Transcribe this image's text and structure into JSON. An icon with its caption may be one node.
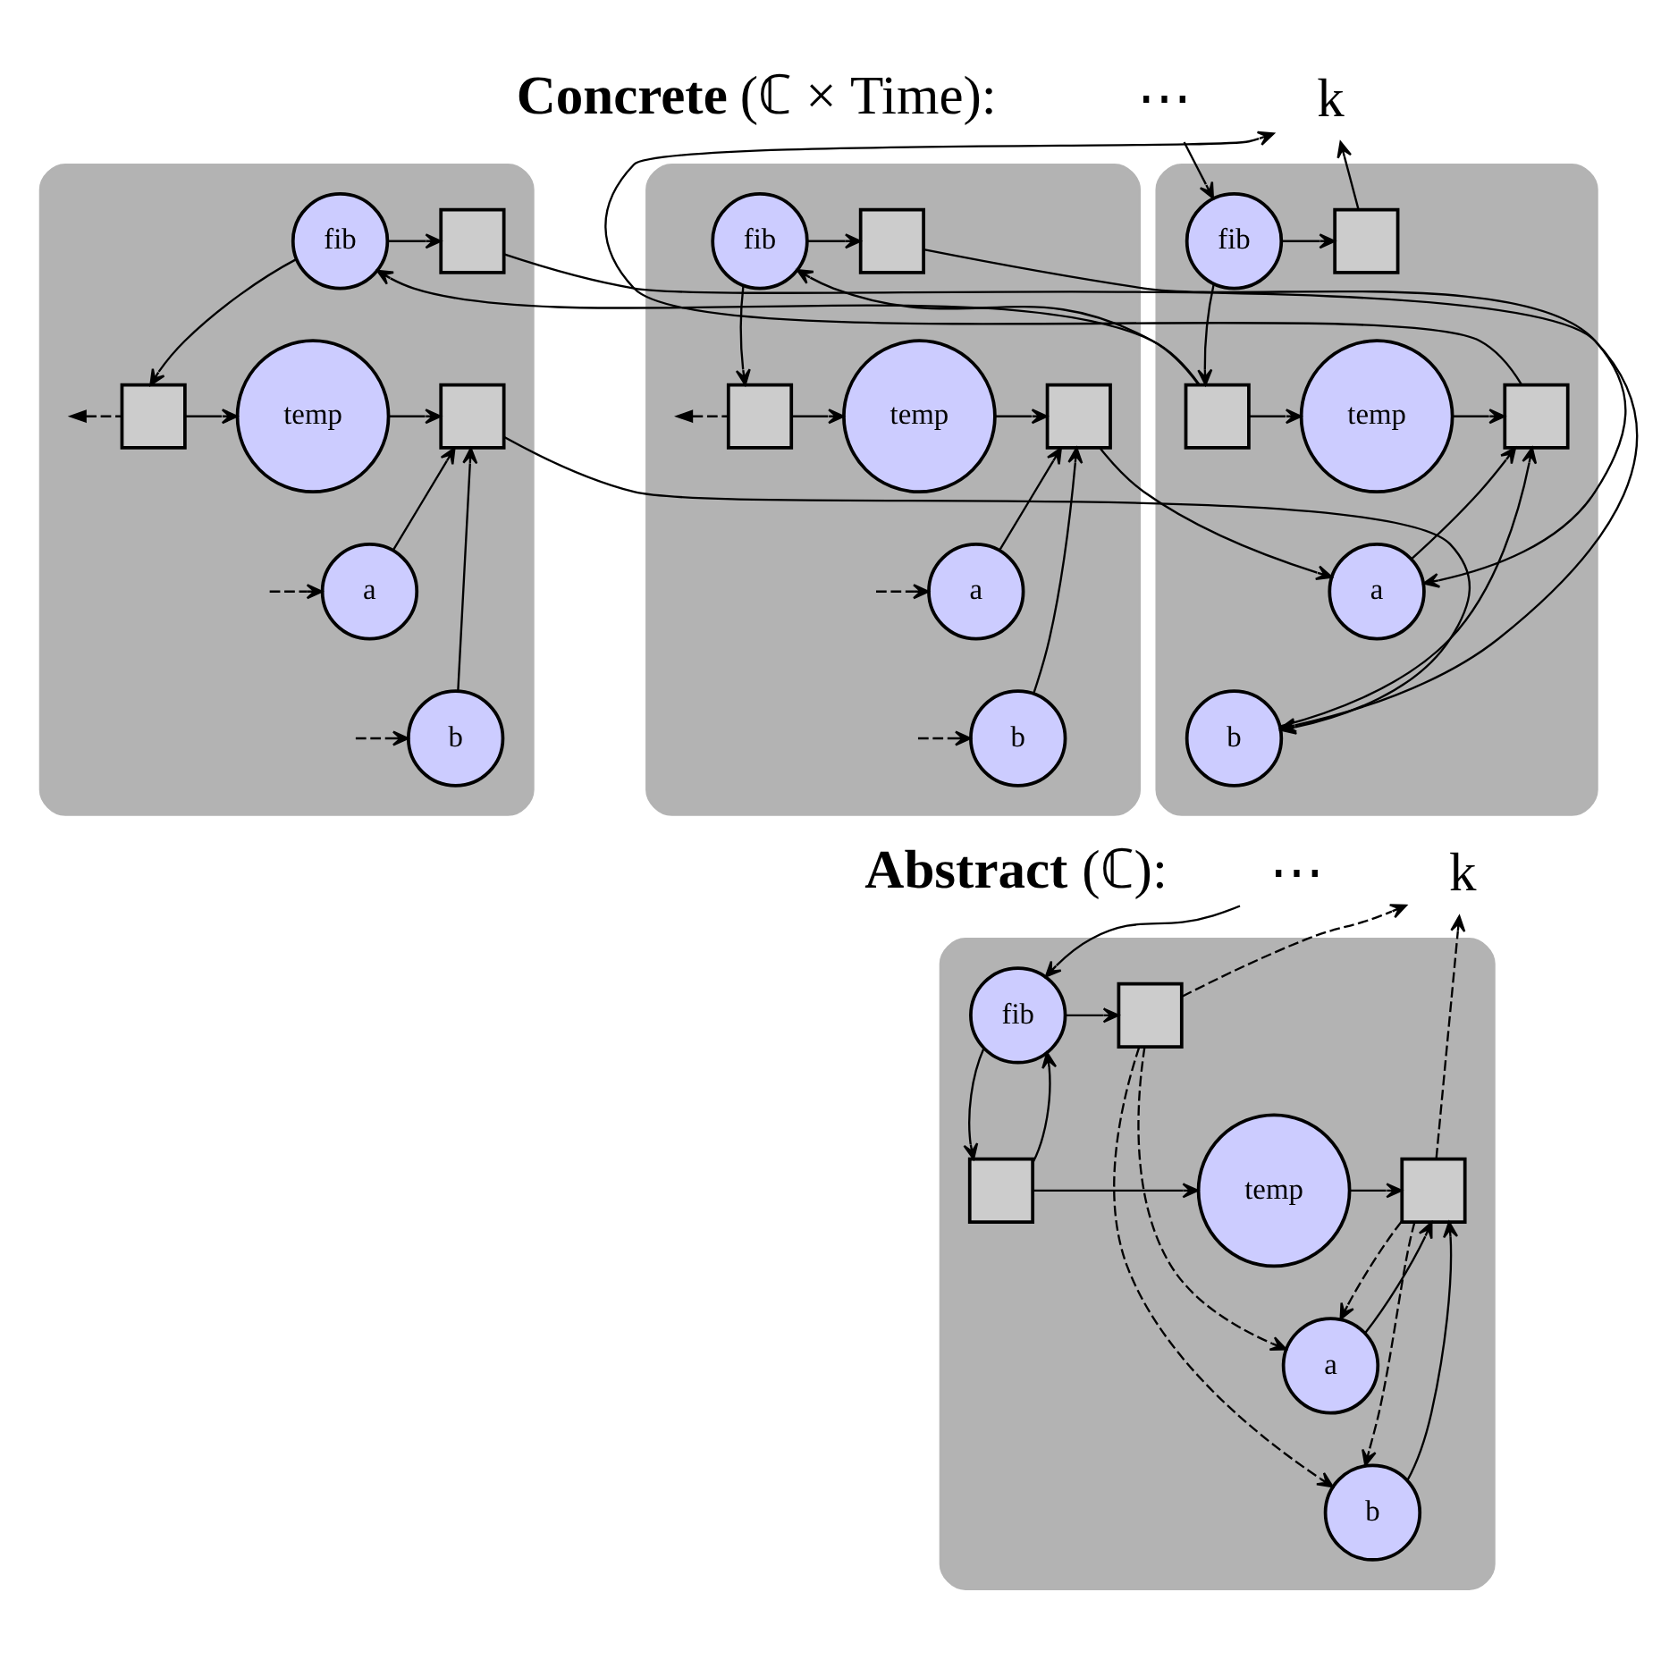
{
  "diagram": {
    "nodes": [
      {
        "text": [],
        "shape": "box"
      },
      {
        "text": [
          "fib"
        ],
        "in": 0
      },
      {
        "text": [],
        "shape": "box",
        "in": 0
      },
      {
        "text": [],
        "shape": "box",
        "in": 0
      },
      {
        "text": [
          "temp"
        ],
        "in": 0
      },
      {
        "text": [],
        "shape": "box",
        "in": 0
      },
      {
        "text": [
          "a"
        ],
        "in": 0
      },
      {
        "text": [
          "b"
        ],
        "in": 0
      },
      {
        "text": [
          "⋯"
        ]
      },
      {
        "text": [
          "k"
        ]
      },
      {
        "text": [],
        "shape": "box"
      },
      {
        "text": [
          "fib"
        ],
        "in": 10
      },
      {
        "text": [],
        "shape": "box",
        "in": 10
      },
      {
        "text": [],
        "shape": "box",
        "in": 10
      },
      {
        "text": [
          "temp"
        ],
        "in": 10
      },
      {
        "text": [],
        "shape": "box",
        "in": 10
      },
      {
        "text": [
          "a"
        ],
        "in": 10
      },
      {
        "text": [
          "b"
        ],
        "in": 10
      },
      {
        "text": [],
        "shape": "box"
      },
      {
        "text": [
          "fib"
        ],
        "in": 18
      },
      {
        "text": [],
        "shape": "box",
        "in": 18
      },
      {
        "text": [],
        "shape": "box",
        "in": 18
      },
      {
        "text": [
          "temp"
        ],
        "in": 18
      },
      {
        "text": [],
        "shape": "box",
        "in": 18
      },
      {
        "text": [
          "a"
        ],
        "in": 18
      },
      {
        "text": [
          "b"
        ],
        "in": 18
      },
      {
        "text": [
          "⋯"
        ]
      },
      {
        "text": [
          "k"
        ]
      },
      {
        "text": [],
        "shape": "box"
      },
      {
        "text": [
          "fib"
        ],
        "in": 28
      },
      {
        "text": [],
        "shape": "box",
        "in": 28
      },
      {
        "text": [],
        "shape": "box",
        "in": 28
      },
      {
        "text": [
          "temp"
        ],
        "in": 28
      },
      {
        "text": [],
        "shape": "box",
        "in": 28
      },
      {
        "text": [
          "a"
        ],
        "in": 28
      },
      {
        "text": [
          "b"
        ],
        "in": 28
      }
    ],
    "edges": [
      {
        "from": 1,
        "to": 2,
        "arrow": "to"
      },
      {
        "from": 1,
        "to": 3,
        "arrow": "to"
      },
      {
        "from": 3,
        "to": 4,
        "arrow": "to"
      },
      {
        "from": 4,
        "to": 5,
        "arrow": "to"
      },
      {
        "from": 6,
        "to": 5,
        "arrow": "to"
      },
      {
        "from": 7,
        "to": 5,
        "arrow": "to"
      },
      {
        "from": 3,
        "to": null,
        "arrow": "to",
        "style": "dashed"
      },
      {
        "from": null,
        "to": 6,
        "arrow": "to",
        "style": "dashed"
      },
      {
        "from": null,
        "to": 7,
        "arrow": "to",
        "style": "dashed"
      },
      {
        "from": 2,
        "to": 16,
        "arrow": "to"
      },
      {
        "from": 5,
        "to": 16,
        "arrow": "to"
      },
      {
        "from": 13,
        "to": 1,
        "arrow": "to"
      },
      {
        "from": 8,
        "to": 11,
        "arrow": "to"
      },
      {
        "from": 11,
        "to": 12,
        "arrow": "to"
      },
      {
        "from": 12,
        "to": 9,
        "arrow": "to"
      },
      {
        "from": 11,
        "to": 13,
        "arrow": "to"
      },
      {
        "from": 13,
        "to": 14,
        "arrow": "to"
      },
      {
        "from": 14,
        "to": 15,
        "arrow": "to"
      },
      {
        "from": 15,
        "to": 9,
        "arrow": "to"
      },
      {
        "from": 16,
        "to": 15,
        "arrow": "to"
      },
      {
        "from": 17,
        "to": 15,
        "arrow": "to"
      },
      {
        "from": 13,
        "to": 19,
        "arrow": "to"
      },
      {
        "from": 20,
        "to": 17,
        "arrow": "to"
      },
      {
        "from": 23,
        "to": 17,
        "arrow": "to"
      },
      {
        "from": 19,
        "to": 20,
        "arrow": "to"
      },
      {
        "from": 19,
        "to": 21,
        "arrow": "to"
      },
      {
        "from": 21,
        "to": 22,
        "arrow": "to"
      },
      {
        "from": 22,
        "to": 23,
        "arrow": "to"
      },
      {
        "from": 24,
        "to": 23,
        "arrow": "to"
      },
      {
        "from": 25,
        "to": 23,
        "arrow": "to"
      },
      {
        "from": 21,
        "to": null,
        "arrow": "to",
        "style": "dashed"
      },
      {
        "from": null,
        "to": 24,
        "arrow": "to",
        "style": "dashed"
      },
      {
        "from": null,
        "to": 25,
        "arrow": "to",
        "style": "dashed"
      },
      {
        "from": 26,
        "to": 29,
        "arrow": "to"
      },
      {
        "from": 31,
        "to": 29,
        "arrow": "to"
      },
      {
        "from": 29,
        "to": 30,
        "arrow": "to"
      },
      {
        "from": 29,
        "to": 31,
        "arrow": "to"
      },
      {
        "from": 30,
        "to": 27,
        "arrow": "to",
        "style": "dashed"
      },
      {
        "from": 31,
        "to": 32,
        "arrow": "to"
      },
      {
        "from": 32,
        "to": 33,
        "arrow": "to"
      },
      {
        "from": 33,
        "to": 27,
        "arrow": "to",
        "style": "dashed"
      },
      {
        "from": 30,
        "to": 34,
        "arrow": "to",
        "style": "dashed"
      },
      {
        "from": 30,
        "to": 35,
        "arrow": "to",
        "style": "dashed"
      },
      {
        "from": 33,
        "to": 34,
        "arrow": "to",
        "style": "dashed"
      },
      {
        "from": 33,
        "to": 35,
        "arrow": "to",
        "style": "dashed"
      },
      {
        "from": 34,
        "to": 33,
        "arrow": "to"
      },
      {
        "from": 35,
        "to": 33,
        "arrow": "to"
      }
    ],
    "labels": [
      "**Concrete** (ℂ × Time):",
      "**Abstract** (ℂ):"
    ]
  }
}
